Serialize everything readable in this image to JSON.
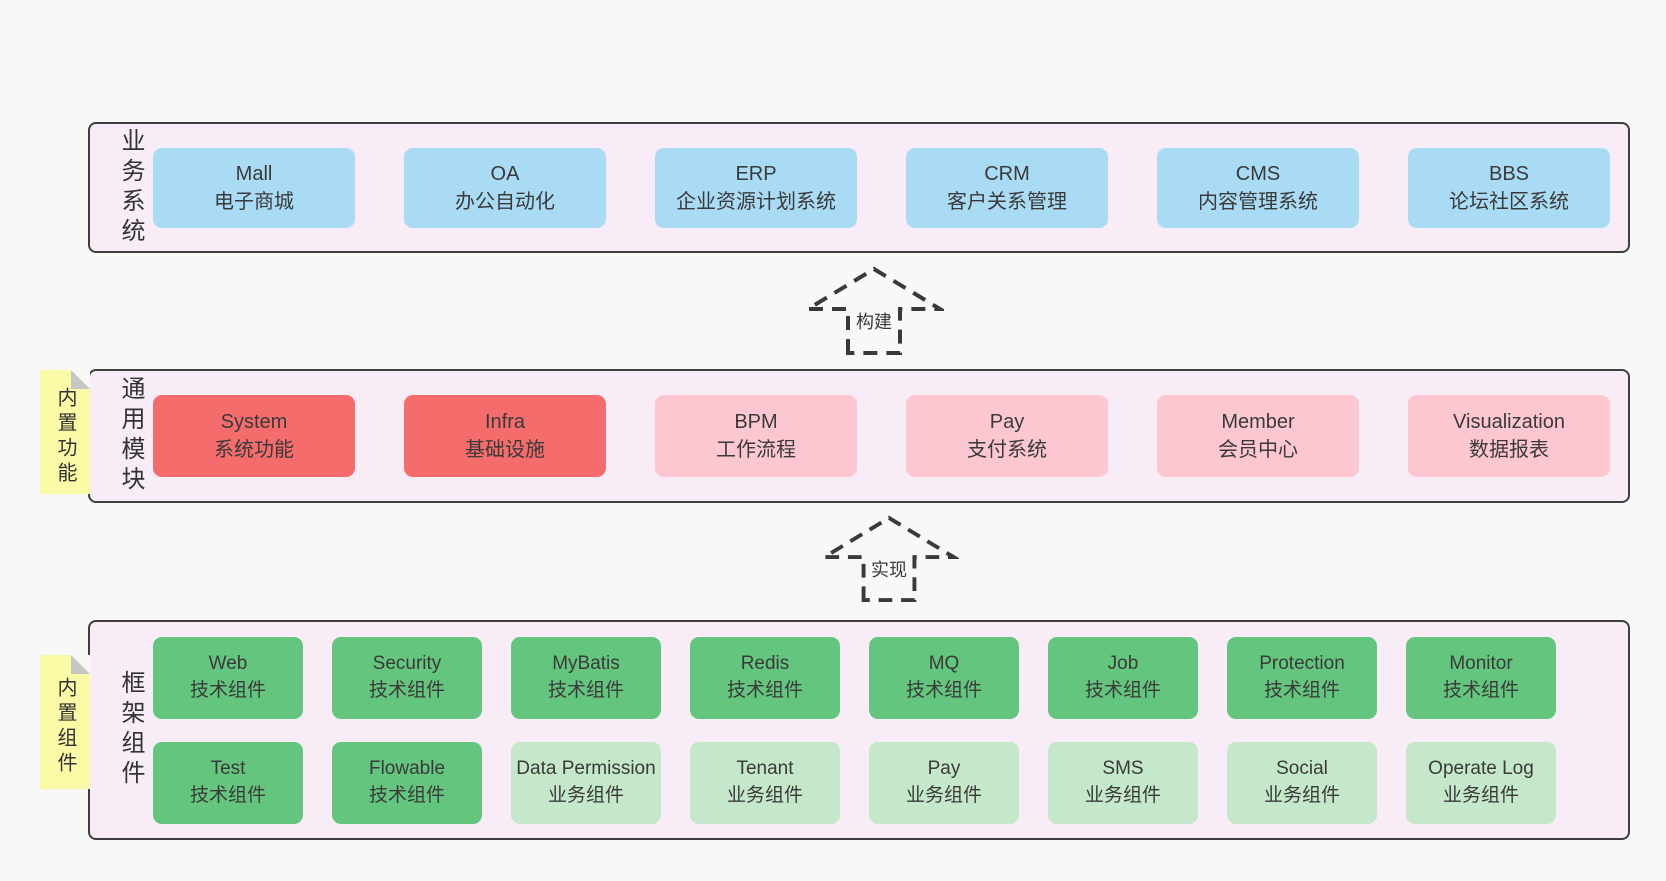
{
  "diagram": {
    "arrows": {
      "build": {
        "label": "构建"
      },
      "implement": {
        "label": "实现"
      }
    },
    "panels": {
      "business": {
        "label": "业务系统",
        "items": [
          {
            "title": "Mall",
            "subtitle": "电子商城"
          },
          {
            "title": "OA",
            "subtitle": "办公自动化"
          },
          {
            "title": "ERP",
            "subtitle": "企业资源计划系统"
          },
          {
            "title": "CRM",
            "subtitle": "客户关系管理"
          },
          {
            "title": "CMS",
            "subtitle": "内容管理系统"
          },
          {
            "title": "BBS",
            "subtitle": "论坛社区系统"
          }
        ]
      },
      "modules": {
        "label": "通用模块",
        "sticky": "内置功能",
        "items": [
          {
            "title": "System",
            "subtitle": "系统功能",
            "variant": "red"
          },
          {
            "title": "Infra",
            "subtitle": "基础设施",
            "variant": "red"
          },
          {
            "title": "BPM",
            "subtitle": "工作流程",
            "variant": "pink"
          },
          {
            "title": "Pay",
            "subtitle": "支付系统",
            "variant": "pink"
          },
          {
            "title": "Member",
            "subtitle": "会员中心",
            "variant": "pink"
          },
          {
            "title": "Visualization",
            "subtitle": "数据报表",
            "variant": "pink"
          }
        ]
      },
      "framework": {
        "label": "框架组件",
        "sticky": "内置组件",
        "row1": [
          {
            "title": "Web",
            "subtitle": "技术组件",
            "variant": "green"
          },
          {
            "title": "Security",
            "subtitle": "技术组件",
            "variant": "green"
          },
          {
            "title": "MyBatis",
            "subtitle": "技术组件",
            "variant": "green"
          },
          {
            "title": "Redis",
            "subtitle": "技术组件",
            "variant": "green"
          },
          {
            "title": "MQ",
            "subtitle": "技术组件",
            "variant": "green"
          },
          {
            "title": "Job",
            "subtitle": "技术组件",
            "variant": "green"
          },
          {
            "title": "Protection",
            "subtitle": "技术组件",
            "variant": "green"
          },
          {
            "title": "Monitor",
            "subtitle": "技术组件",
            "variant": "green"
          }
        ],
        "row2": [
          {
            "title": "Test",
            "subtitle": "技术组件",
            "variant": "green"
          },
          {
            "title": "Flowable",
            "subtitle": "技术组件",
            "variant": "green"
          },
          {
            "title": "Data Permission",
            "subtitle": "业务组件",
            "variant": "green-light"
          },
          {
            "title": "Tenant",
            "subtitle": "业务组件",
            "variant": "green-light"
          },
          {
            "title": "Pay",
            "subtitle": "业务组件",
            "variant": "green-light"
          },
          {
            "title": "SMS",
            "subtitle": "业务组件",
            "variant": "green-light"
          },
          {
            "title": "Social",
            "subtitle": "业务组件",
            "variant": "green-light"
          },
          {
            "title": "Operate Log",
            "subtitle": "业务组件",
            "variant": "green-light"
          }
        ]
      }
    },
    "colors": {
      "page_bg": "#f8f8f8",
      "panel_bg": "#f8edf6",
      "panel_border": "#3e3e3e",
      "box_blue": "#a9dbf5",
      "box_red": "#f56c6c",
      "box_pink": "#fcc7d1",
      "box_green": "#64c67e",
      "box_green_light": "#c4e8c9",
      "sticky_yellow": "#fafaa6",
      "text": "#3a3a3a"
    }
  }
}
